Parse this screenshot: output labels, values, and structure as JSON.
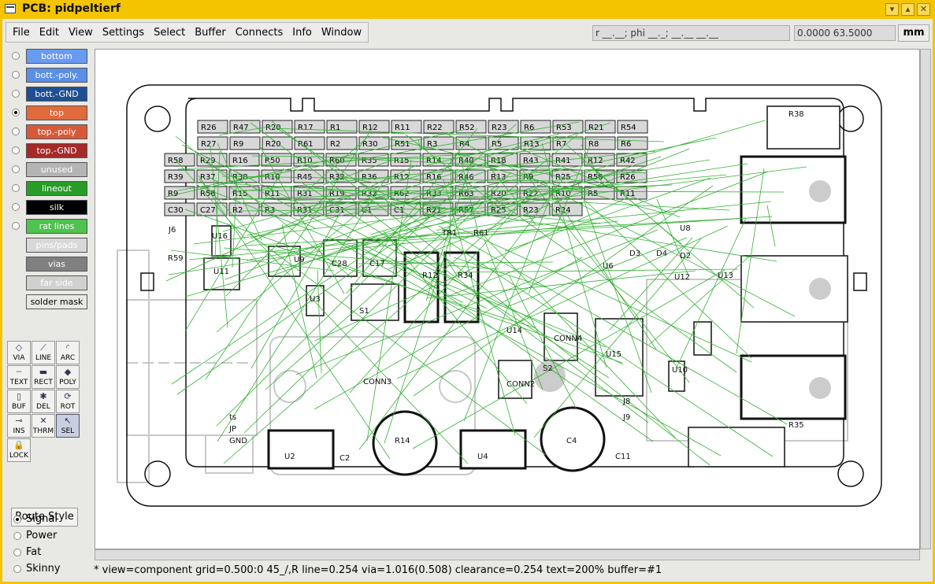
{
  "window": {
    "title": "PCB:  pidpeltierf"
  },
  "menu": [
    "File",
    "Edit",
    "View",
    "Settings",
    "Select",
    "Buffer",
    "Connects",
    "Info",
    "Window"
  ],
  "coords": {
    "polar": "r __.__; phi __._; __.__ __.__",
    "xy": "0.0000 63.5000",
    "units": "mm"
  },
  "layers": [
    {
      "label": "bottom",
      "color": "#6a9bf2",
      "text": "#ffffff",
      "selected": false
    },
    {
      "label": "bott.-poly.",
      "color": "#5a8ee8",
      "text": "#ffffff",
      "selected": false
    },
    {
      "label": "bott.-GND",
      "color": "#1f4f92",
      "text": "#ffffff",
      "selected": false
    },
    {
      "label": "top",
      "color": "#e06a3c",
      "text": "#ffffff",
      "selected": true
    },
    {
      "label": "top.-poly",
      "color": "#d65a3a",
      "text": "#ffffff",
      "selected": false
    },
    {
      "label": "top.-GND",
      "color": "#a52a2a",
      "text": "#ffffff",
      "selected": false
    },
    {
      "label": "unused",
      "color": "#b4b4b4",
      "text": "#ffffff",
      "selected": false
    },
    {
      "label": "lineout",
      "color": "#279c27",
      "text": "#ffffff",
      "selected": false
    },
    {
      "label": "silk",
      "color": "#000000",
      "text": "#ffffff",
      "selected": false
    },
    {
      "label": "rat lines",
      "color": "#4fc24f",
      "text": "#ffffff",
      "selected": false
    },
    {
      "label": "pins/pads",
      "color": "#d8d8d8",
      "text": "#ffffff",
      "selected": false
    },
    {
      "label": "vias",
      "color": "#808080",
      "text": "#ffffff",
      "selected": false
    },
    {
      "label": "far side",
      "color": "#d0d0d0",
      "text": "#ffffff",
      "selected": false
    },
    {
      "label": "solder mask",
      "color": "#e8e8e4",
      "text": "#000000",
      "selected": false
    }
  ],
  "tools": [
    {
      "label": "VIA",
      "icon": "via-icon",
      "glyph": "◇"
    },
    {
      "label": "LINE",
      "icon": "line-icon",
      "glyph": "⟋"
    },
    {
      "label": "ARC",
      "icon": "arc-icon",
      "glyph": "◜"
    },
    {
      "label": "TEXT",
      "icon": "text-icon",
      "glyph": "┈"
    },
    {
      "label": "RECT",
      "icon": "rect-icon",
      "glyph": "▬"
    },
    {
      "label": "POLY",
      "icon": "poly-icon",
      "glyph": "◆"
    },
    {
      "label": "BUF",
      "icon": "buffer-icon",
      "glyph": "▯"
    },
    {
      "label": "DEL",
      "icon": "delete-icon",
      "glyph": "✱"
    },
    {
      "label": "ROT",
      "icon": "rotate-icon",
      "glyph": "⟳"
    },
    {
      "label": "INS",
      "icon": "insert-icon",
      "glyph": "⊸"
    },
    {
      "label": "THRM",
      "icon": "thermal-icon",
      "glyph": "✕"
    },
    {
      "label": "SEL",
      "icon": "select-icon",
      "glyph": "↖",
      "selected": true
    },
    {
      "label": "LOCK",
      "icon": "lock-icon",
      "glyph": "🔒"
    }
  ],
  "route_style": {
    "label": "Route Style",
    "options": [
      {
        "label": "Signal",
        "selected": true
      },
      {
        "label": "Power",
        "selected": false
      },
      {
        "label": "Fat",
        "selected": false
      },
      {
        "label": "Skinny",
        "selected": false
      }
    ]
  },
  "status_bar": "*  view=component  grid=0.500:0  45_/,R   line=0.254  via=1.016(0.508)  clearance=0.254  text=200%  buffer=#1",
  "pcb": {
    "resistor_rows": [
      [
        "R26",
        "R47",
        "R20",
        "R17",
        "R1",
        "R12",
        "R11",
        "R22",
        "R52",
        "R23",
        "R6",
        "R53",
        "R21",
        "R54"
      ],
      [
        "R27",
        "R9",
        "R20",
        "R61",
        "R2",
        "R30",
        "R51",
        "R3",
        "R4",
        "R5",
        "R13",
        "R7",
        "R8",
        "R6"
      ],
      [
        "R58",
        "R29",
        "R16",
        "R50",
        "R10",
        "R60",
        "R35",
        "R15",
        "R14",
        "R40",
        "R18",
        "R43",
        "R41",
        "R12",
        "R42"
      ],
      [
        "R39",
        "R37",
        "R38",
        "R10",
        "R45",
        "R32",
        "R36",
        "R12",
        "R16",
        "R46",
        "R13",
        "R9",
        "R25",
        "R55",
        "R26"
      ],
      [
        "R9",
        "R56",
        "R15",
        "R11",
        "R31",
        "R19",
        "R32",
        "R62",
        "R33",
        "R63",
        "R20",
        "R22",
        "R10",
        "R5",
        "R11"
      ],
      [
        "C30",
        "C27",
        "R2",
        "R3",
        "R31",
        "C31",
        "C1",
        "C1",
        "R21",
        "R57",
        "R25",
        "R23",
        "R24"
      ]
    ],
    "labels": [
      "C28",
      "C17",
      "R12",
      "R34",
      "S1",
      "U3",
      "U16",
      "U9",
      "U11",
      "R59",
      "J6",
      "CONN4",
      "CONN2",
      "S2",
      "U14",
      "U15",
      "U6",
      "U10",
      "U12",
      "U13",
      "U8",
      "D2",
      "D3",
      "D4",
      "J8",
      "J9",
      "U2",
      "U4",
      "C2",
      "C4",
      "C11",
      "R14",
      "R38",
      "R35",
      "TR1",
      "R61",
      "CONN3",
      "ts",
      "JP",
      "GND"
    ]
  }
}
